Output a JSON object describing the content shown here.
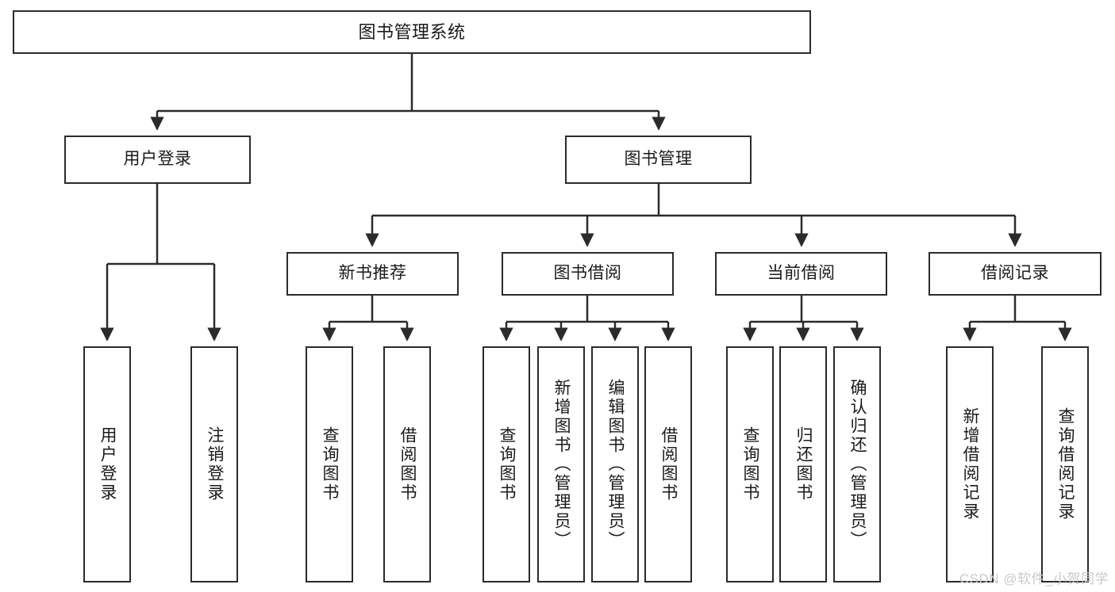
{
  "diagram": {
    "title": "图书管理系统",
    "type": "tree",
    "watermark": "CSDN @软件_小贺同学",
    "nodes": {
      "root": {
        "label": "图书管理系统"
      },
      "level2": [
        {
          "id": "user-login",
          "label": "用户登录"
        },
        {
          "id": "book-manage",
          "label": "图书管理"
        }
      ],
      "level3": [
        {
          "id": "new-book-recommend",
          "label": "新书推荐"
        },
        {
          "id": "book-borrow",
          "label": "图书借阅"
        },
        {
          "id": "current-borrow",
          "label": "当前借阅"
        },
        {
          "id": "borrow-record",
          "label": "借阅记录"
        }
      ],
      "leaves": {
        "user_login": [
          {
            "id": "leaf-user-login",
            "label": "用户登录"
          },
          {
            "id": "leaf-logout-login",
            "label": "注销登录"
          }
        ],
        "new_book_recommend": [
          {
            "id": "leaf-query-book-1",
            "label": "查询图书"
          },
          {
            "id": "leaf-borrow-book-1",
            "label": "借阅图书"
          }
        ],
        "book_borrow": [
          {
            "id": "leaf-query-book-2",
            "label": "查询图书"
          },
          {
            "id": "leaf-add-book",
            "label": "新增图书（管理员）"
          },
          {
            "id": "leaf-edit-book",
            "label": "编辑图书（管理员）"
          },
          {
            "id": "leaf-borrow-book-2",
            "label": "借阅图书"
          }
        ],
        "current_borrow": [
          {
            "id": "leaf-query-book-3",
            "label": "查询图书"
          },
          {
            "id": "leaf-return-book",
            "label": "归还图书"
          },
          {
            "id": "leaf-confirm-return",
            "label": "确认归还（管理员）"
          }
        ],
        "borrow_record": [
          {
            "id": "leaf-add-borrow-record",
            "label": "新增借阅记录"
          },
          {
            "id": "leaf-query-borrow-record",
            "label": "查询借阅记录"
          }
        ]
      }
    },
    "colors": {
      "stroke": "#2b2b2b",
      "fill": "#ffffff",
      "text": "#1a1a1a",
      "watermark": "#c9c9c9"
    }
  }
}
